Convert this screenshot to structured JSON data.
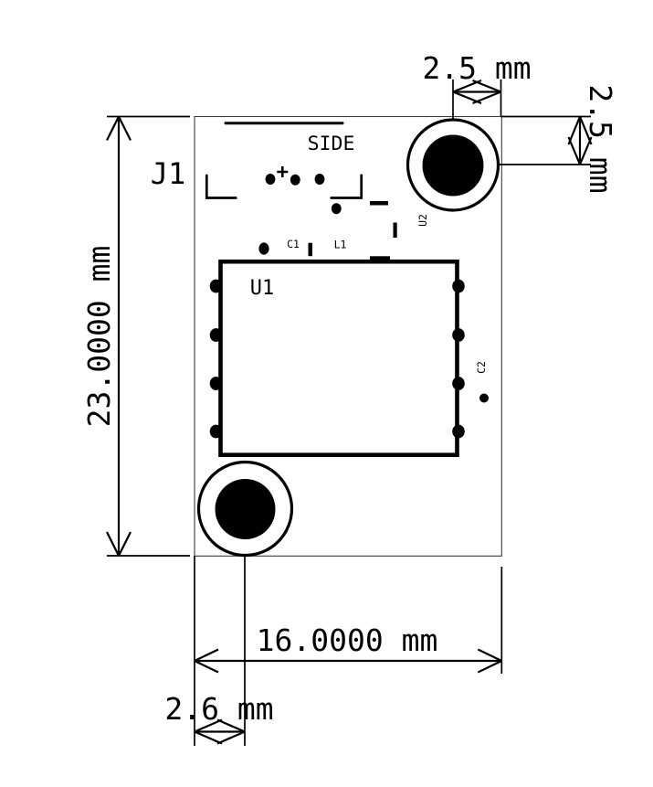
{
  "drawing": {
    "refs": {
      "j1": "J1",
      "u1": "U1",
      "u2": "U2",
      "c1": "C1",
      "c2": "C2",
      "l1": "L1"
    },
    "silk": {
      "side_label": "SIDE"
    },
    "dimensions": {
      "board_height": "23.0000 mm",
      "board_width": "16.0000 mm",
      "hole_top_offset_x": "2.5 mm",
      "hole_top_offset_y": "2.5 mm",
      "hole_bottom_offset_x": "2.6 mm"
    },
    "colors": {
      "ink": "#000000",
      "board_edge": "#3c3c3c",
      "background": "#ffffff"
    }
  }
}
